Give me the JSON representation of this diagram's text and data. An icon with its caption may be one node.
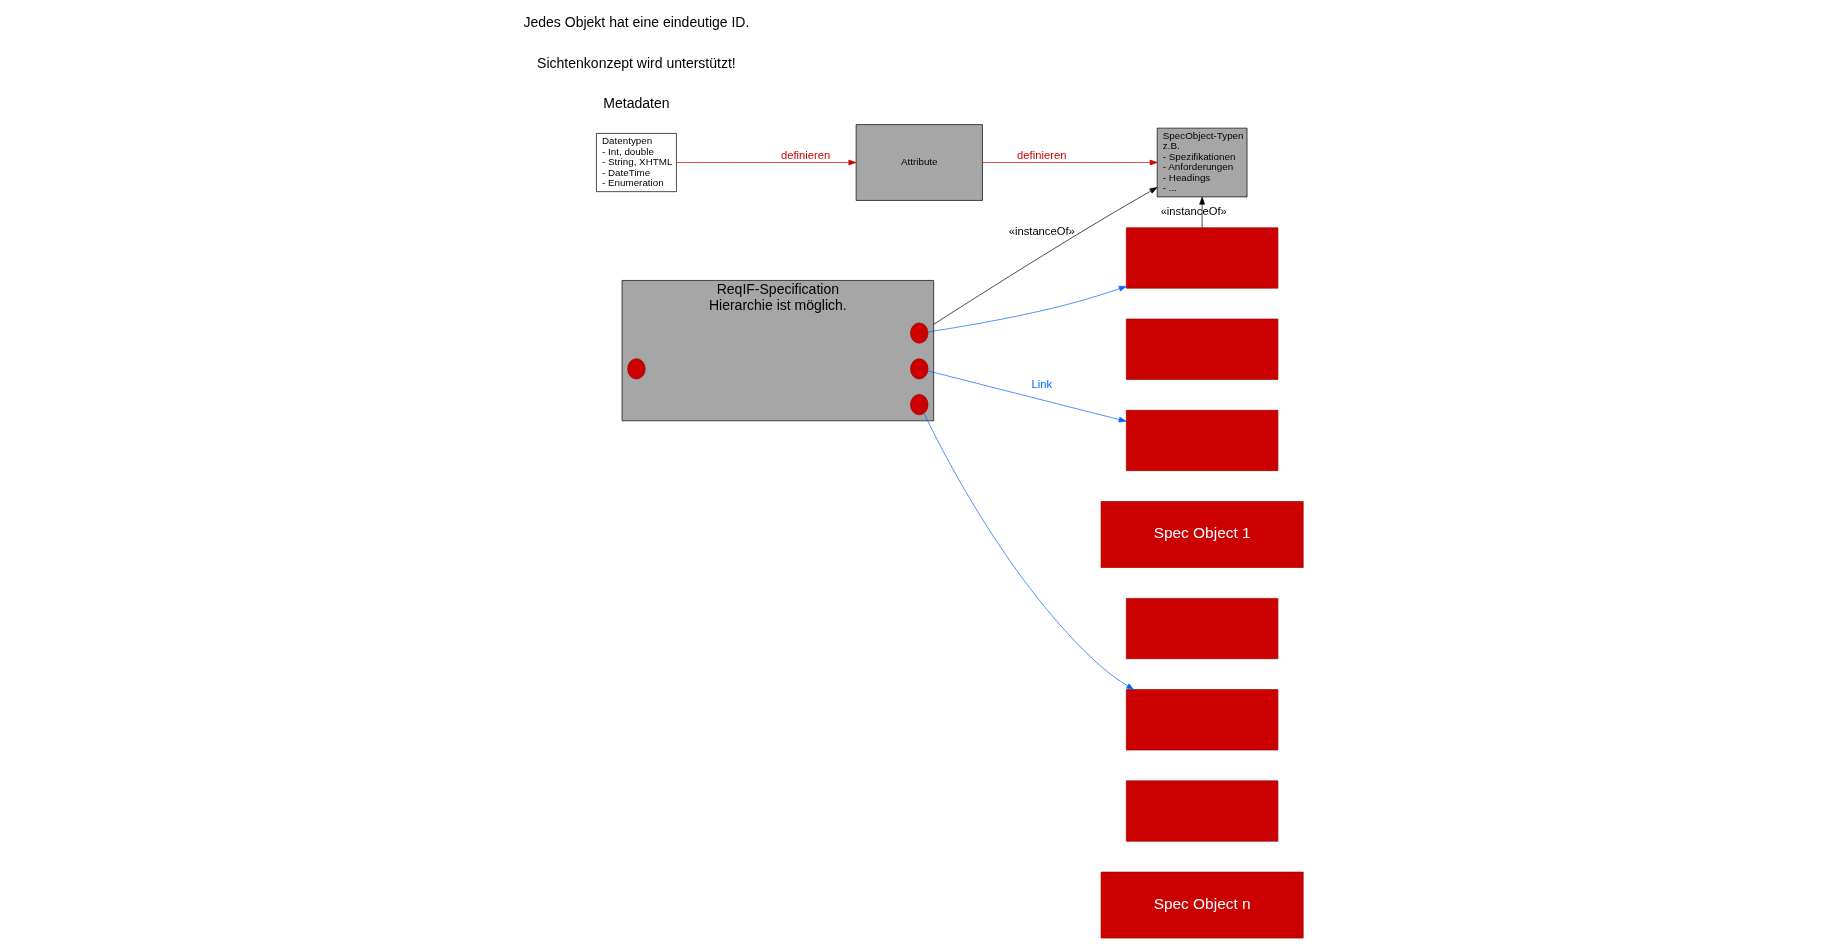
{
  "diagram": {
    "nodes": [
      {
        "text": [
          "Datentypen",
          "- Int, double",
          "- String, XHTML",
          "- DateTime",
          "- Enumeration"
        ]
      },
      {
        "text": [
          "Attribute"
        ]
      },
      {
        "text": [
          "SpecObject-Typen",
          "z.B.",
          "- Spezifikationen",
          "- Anforderungen",
          "- Headings",
          "- ..."
        ]
      },
      {
        "text": [
          "ReqIF-Specification",
          "Hierarchie ist möglich."
        ]
      },
      {
        "text": [],
        "shape": "circle",
        "in": 3
      },
      {
        "text": [],
        "shape": "circle",
        "in": 3
      },
      {
        "text": [],
        "shape": "circle",
        "in": 3
      },
      {
        "text": [],
        "shape": "circle",
        "in": 3
      },
      {
        "text": [],
        "shape": "box"
      },
      {
        "text": [],
        "shape": "box"
      },
      {
        "text": [],
        "shape": "box"
      },
      {
        "text": [
          "Spec Object 1"
        ]
      },
      {
        "text": [],
        "shape": "box"
      },
      {
        "text": [],
        "shape": "box"
      },
      {
        "text": [],
        "shape": "box"
      },
      {
        "text": [
          "Spec Object n"
        ]
      }
    ],
    "edges": [
      {
        "from": 0,
        "to": 1,
        "arrow": "to",
        "label": "definieren",
        "color": "#cc0000"
      },
      {
        "from": 1,
        "to": 2,
        "arrow": "to",
        "label": "definieren",
        "color": "#cc0000"
      },
      {
        "from": 3,
        "to": 2,
        "arrow": "to",
        "label": "«instanceOf»",
        "color": "#000000"
      },
      {
        "from": 8,
        "to": 2,
        "arrow": "to",
        "label": "«instanceOf»",
        "color": "#000000"
      },
      {
        "from": 4,
        "to": 8,
        "arrow": "to"
      },
      {
        "from": 5,
        "to": 10,
        "arrow": "to",
        "label": "Link"
      },
      {
        "from": 7,
        "to": 13,
        "arrow": "to"
      }
    ],
    "labels": [
      "Metadaten",
      "Sichtenkonzept wird unterstützt!",
      "Jedes Objekt hat eine eindeutige ID."
    ]
  }
}
